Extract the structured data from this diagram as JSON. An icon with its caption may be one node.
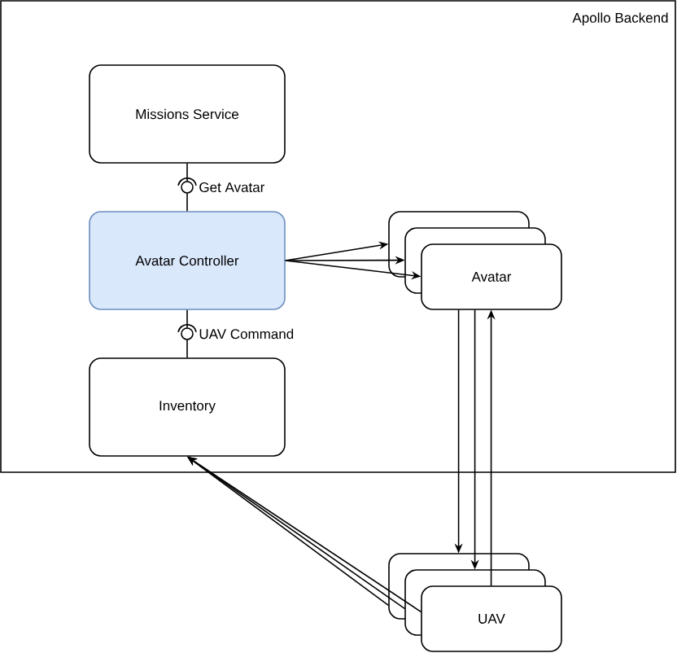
{
  "diagram": {
    "nodes": [
      {
        "text": [
          "Apollo Backend"
        ]
      },
      {
        "text": [
          "Missions Service"
        ],
        "in": 0
      },
      {
        "text": [
          "Avatar Controller"
        ],
        "in": 0
      },
      {
        "text": [
          "Inventory"
        ],
        "in": 0
      },
      {
        "text": [
          "Avatar"
        ],
        "in": 0
      },
      {
        "text": [
          "UAV"
        ]
      }
    ],
    "edges": [
      {
        "from": 1,
        "to": 2,
        "arrow": "none",
        "label": "Get Avatar"
      },
      {
        "from": 2,
        "to": 3,
        "arrow": "none",
        "label": "UAV Command"
      },
      {
        "from": 2,
        "to": 4,
        "arrow": "to"
      },
      {
        "from": 2,
        "to": 4,
        "arrow": "to"
      },
      {
        "from": 2,
        "to": 4,
        "arrow": "to"
      },
      {
        "from": 4,
        "to": 5,
        "arrow": "to"
      },
      {
        "from": 4,
        "to": 5,
        "arrow": "to"
      },
      {
        "from": 5,
        "to": 4,
        "arrow": "to"
      },
      {
        "from": 5,
        "to": 3,
        "arrow": "to"
      },
      {
        "from": 5,
        "to": 3,
        "arrow": "to"
      },
      {
        "from": 5,
        "to": 3,
        "arrow": "to"
      }
    ]
  }
}
